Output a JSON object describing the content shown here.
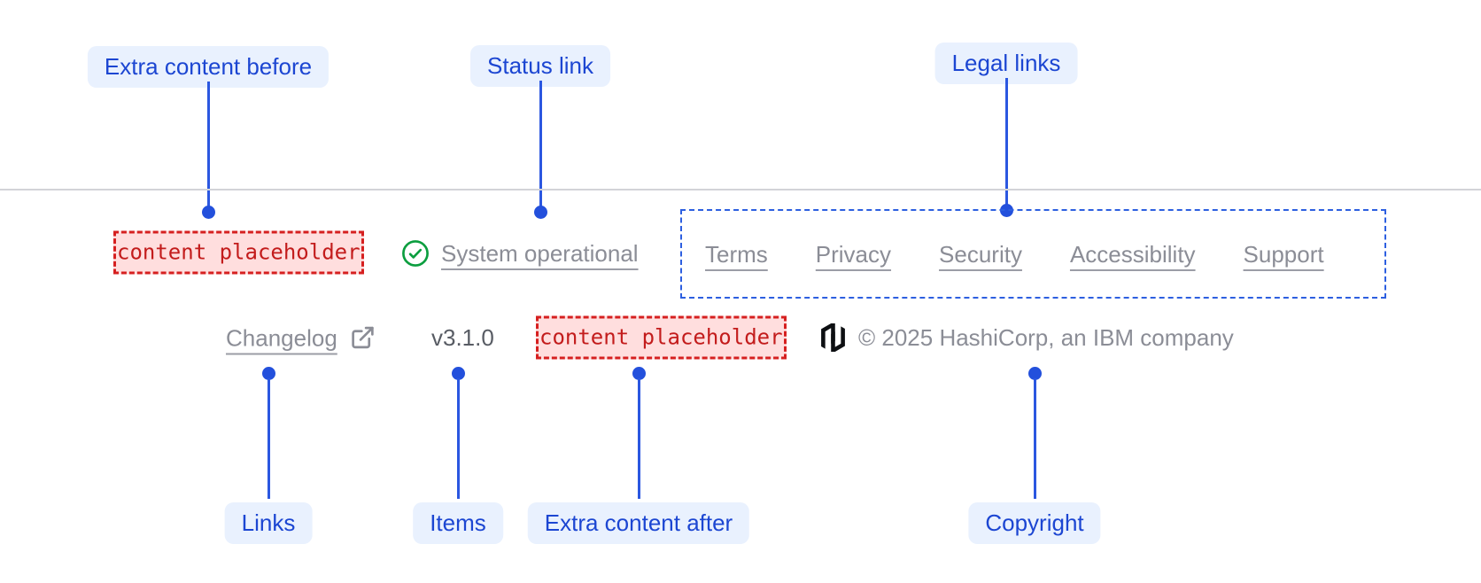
{
  "annotations": {
    "top": [
      {
        "label": "Extra content before"
      },
      {
        "label": "Status link"
      },
      {
        "label": "Legal links"
      }
    ],
    "bottom": [
      {
        "label": "Links"
      },
      {
        "label": "Items"
      },
      {
        "label": "Extra content after"
      },
      {
        "label": "Copyright"
      }
    ]
  },
  "footer": {
    "extra_content_before": "content placeholder",
    "status": {
      "label": "System operational",
      "icon": "check-circle"
    },
    "legal_links": [
      "Terms",
      "Privacy",
      "Security",
      "Accessibility",
      "Support"
    ],
    "links": [
      {
        "label": "Changelog",
        "icon": "external-link"
      }
    ],
    "version": "v3.1.0",
    "extra_content_after": "content placeholder",
    "copyright": {
      "logo": "hashicorp-logo",
      "text": "© 2025 HashiCorp, an IBM company"
    }
  },
  "colors": {
    "annotation_blue": "#1c46d2",
    "annotation_pill_bg": "#e9f1fe",
    "connector_blue": "#2b57e0",
    "legal_outline_blue": "#2d5fe0",
    "placeholder_red": "#d62020",
    "placeholder_bg": "#ffdede",
    "placeholder_text": "#c31c1c",
    "link_gray": "#8b8d96",
    "version_gray": "#585c64",
    "divider_gray": "#d2d3d8",
    "status_green": "#0b9e3f",
    "logo_black": "#0d0f12"
  }
}
